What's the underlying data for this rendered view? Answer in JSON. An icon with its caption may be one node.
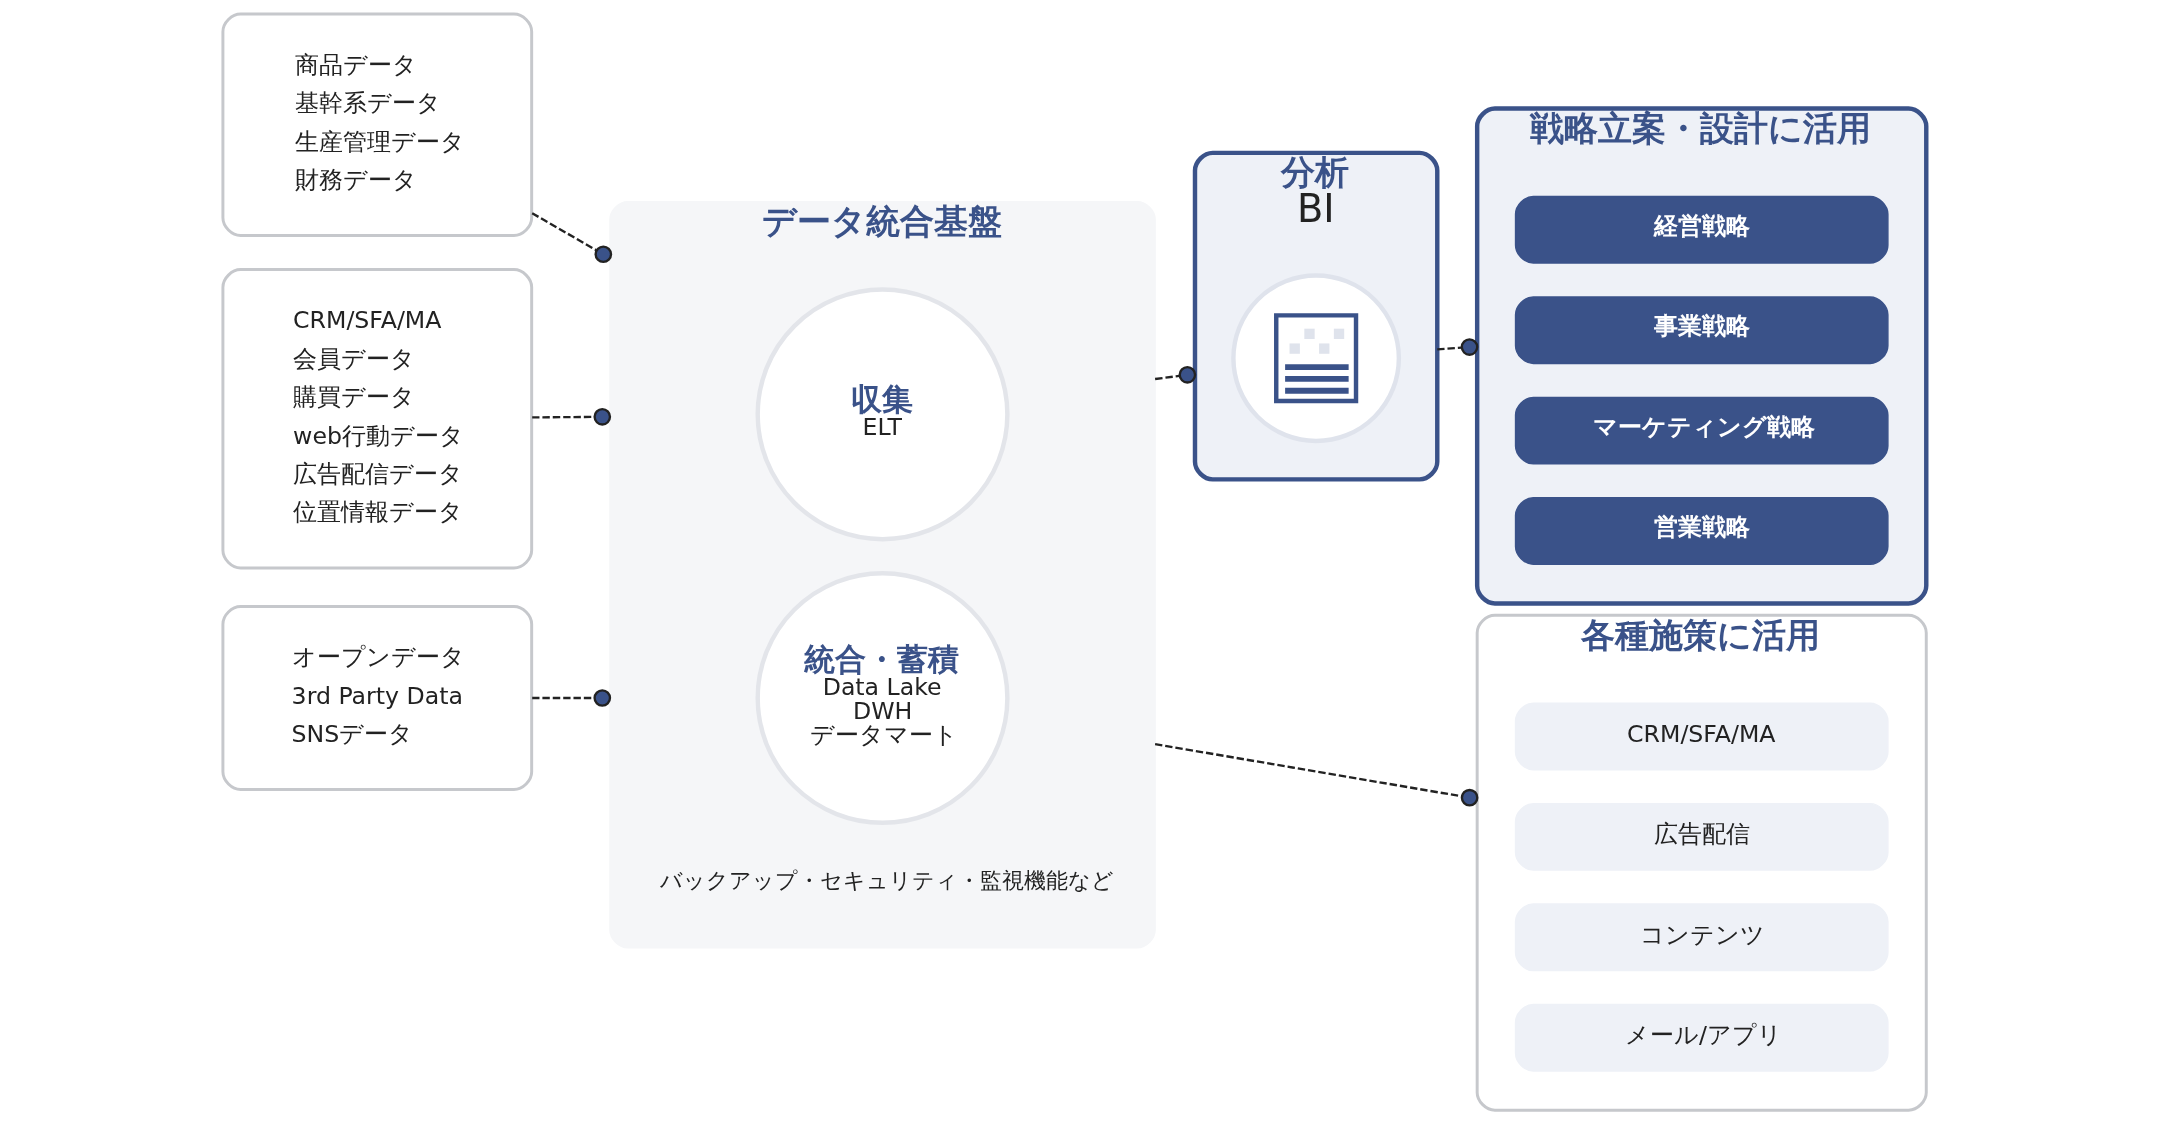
{
  "diagram": {
    "nodes": [
      {
        "text": [
          "商品データ",
          "基幹系データ",
          "生産管理データ",
          "財務データ"
        ]
      },
      {
        "text": [
          "CRM/SFA/MA",
          "会員データ",
          "購買データ",
          "web行動データ",
          "広告配信データ",
          "位置情報データ"
        ]
      },
      {
        "text": [
          "オープンデータ",
          "3rd Party Data",
          "SNSデータ"
        ]
      },
      {
        "text": [
          "データ統合基盤",
          "バックアップ・セキュリティ・監視機能など"
        ]
      },
      {
        "text": [
          "収集",
          "ELT"
        ],
        "in": 3
      },
      {
        "text": [
          "統合・蓄積",
          "Data Lake",
          "DWH",
          "データマート"
        ],
        "in": 3
      },
      {
        "text": [
          "分析",
          "BI"
        ]
      },
      {
        "text": [],
        "shape": "picture",
        "in": 6
      },
      {
        "text": [
          "戦略立案・設計に活用"
        ]
      },
      {
        "text": [
          "経営戦略"
        ],
        "in": 8
      },
      {
        "text": [
          "事業戦略"
        ],
        "in": 8
      },
      {
        "text": [
          "マーケティング戦略"
        ],
        "in": 8
      },
      {
        "text": [
          "営業戦略"
        ],
        "in": 8
      },
      {
        "text": [
          "各種施策に活用"
        ]
      },
      {
        "text": [
          "CRM/SFA/MA"
        ],
        "in": 13
      },
      {
        "text": [
          "広告配信"
        ],
        "in": 13
      },
      {
        "text": [
          "コンテンツ"
        ],
        "in": 13
      },
      {
        "text": [
          "メール/アプリ"
        ],
        "in": 13
      }
    ],
    "edges": [
      {
        "from": 0,
        "to": 3,
        "arrow": "other",
        "style": "dashed"
      },
      {
        "from": 1,
        "to": 3,
        "arrow": "other",
        "style": "dashed"
      },
      {
        "from": 2,
        "to": 3,
        "arrow": "other",
        "style": "dashed"
      },
      {
        "from": 3,
        "to": 6,
        "arrow": "other",
        "style": "dashed"
      },
      {
        "from": 6,
        "to": 8,
        "arrow": "other",
        "style": "dashed"
      },
      {
        "from": 3,
        "to": 13,
        "arrow": "other",
        "style": "dashed"
      }
    ]
  }
}
